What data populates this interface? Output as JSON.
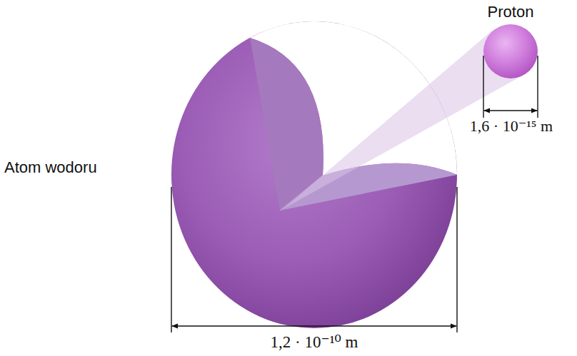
{
  "diagram": {
    "labels": [
      "Proton",
      "1,6 · 10⁻¹⁵ m",
      "Atom wodoru",
      "1,2 · 10⁻¹⁰ m"
    ]
  }
}
